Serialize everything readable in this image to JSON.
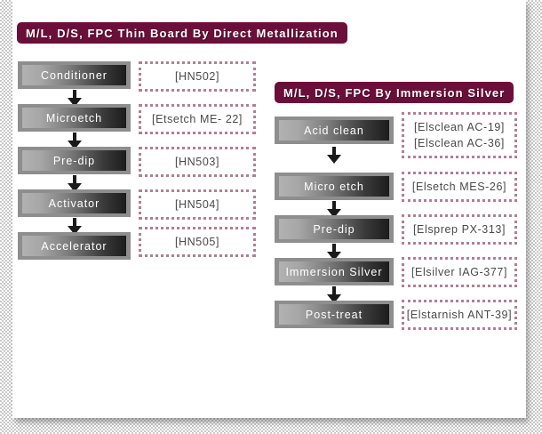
{
  "slide": {
    "background_color": "#ffffff",
    "frame_pattern": "checkered",
    "accent_color": "#6b0f3a",
    "dotted_border_color": "#b07f95"
  },
  "left_section": {
    "title": "M/L, D/S, FPC Thin Board By Direct Metallization",
    "steps": [
      {
        "name": "Conditioner",
        "chemicals": [
          "[HN502]"
        ]
      },
      {
        "name": "Microetch",
        "chemicals": [
          "[Etsetch ME- 22]"
        ]
      },
      {
        "name": "Pre-dip",
        "chemicals": [
          "[HN503]"
        ]
      },
      {
        "name": "Activator",
        "chemicals": [
          "[HN504]"
        ]
      },
      {
        "name": "Accelerator",
        "chemicals": [
          "[HN505]"
        ]
      }
    ]
  },
  "right_section": {
    "title": "M/L, D/S, FPC By Immersion Silver",
    "steps": [
      {
        "name": "Acid clean",
        "chemicals": [
          "[Elsclean AC-19]",
          "[Elsclean AC-36]"
        ]
      },
      {
        "name": "Micro etch",
        "chemicals": [
          "[Elsetch MES-26]"
        ]
      },
      {
        "name": "Pre-dip",
        "chemicals": [
          "[Elsprep PX-313]"
        ]
      },
      {
        "name": "Immersion Silver",
        "chemicals": [
          "[Elsilver IAG-377]"
        ]
      },
      {
        "name": "Post-treat",
        "chemicals": [
          "[Elstarnish ANT-39]"
        ]
      }
    ]
  }
}
